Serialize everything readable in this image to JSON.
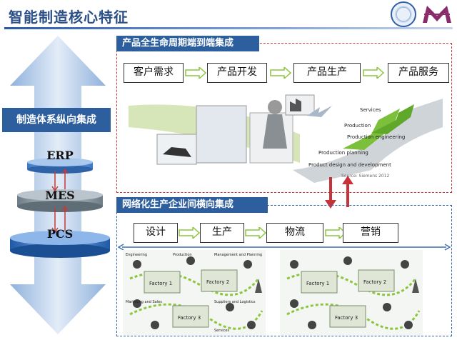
{
  "header": {
    "title": "智能制造核心特征"
  },
  "vertical": {
    "label": "制造体系纵向集成",
    "layers": [
      "ERP",
      "MES",
      "PCS"
    ]
  },
  "lifecycle": {
    "title": "产品全生命周期端到端集成",
    "steps": [
      "客户需求",
      "产品开发",
      "产品生产",
      "产品服务"
    ],
    "stages": [
      "Services",
      "Production",
      "Production engineering",
      "Production planning",
      "Product design and development"
    ],
    "credit": "Source: Siemens 2012"
  },
  "network": {
    "title": "网络化生产企业间横向集成",
    "steps": [
      "设计",
      "生产",
      "物流",
      "营销"
    ],
    "factories": [
      "Factory 1",
      "Factory 2",
      "Factory 3"
    ],
    "node_labels": [
      "Engineering",
      "Production",
      "Management and Planning",
      "Marketing and Sales",
      "Suppliers and Logistics",
      "Services"
    ]
  },
  "colors": {
    "accent": "#2d5e9e",
    "arrow_green": "#8cc63f",
    "dashed_red": "#c43a3a",
    "dashed_blue": "#2d6ab0"
  }
}
